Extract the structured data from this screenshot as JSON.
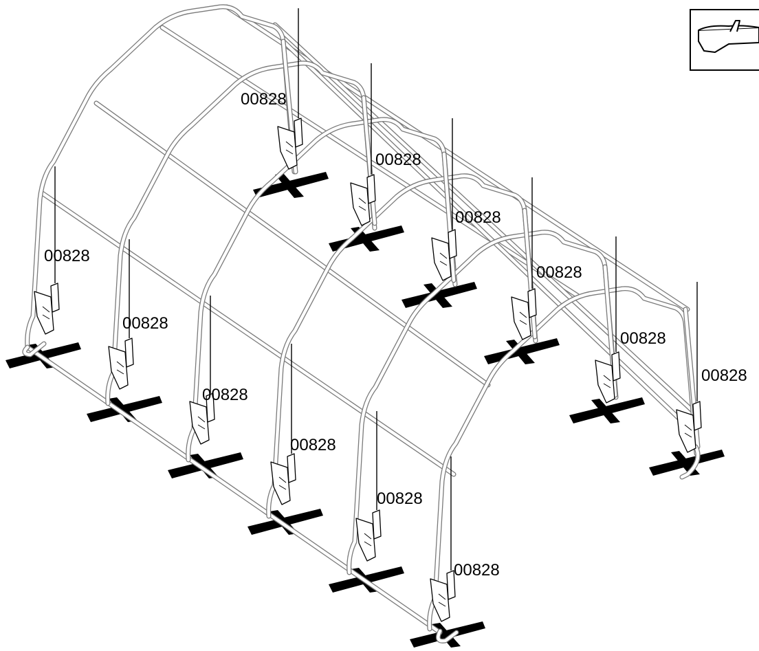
{
  "part_number": "00828",
  "labels": [
    {
      "text": "00828"
    },
    {
      "text": "00828"
    },
    {
      "text": "00828"
    },
    {
      "text": "00828"
    },
    {
      "text": "00828"
    },
    {
      "text": "00828"
    },
    {
      "text": "00828"
    },
    {
      "text": "00828"
    },
    {
      "text": "00828"
    },
    {
      "text": "00828"
    },
    {
      "text": "00828"
    },
    {
      "text": "00828"
    }
  ],
  "safety_icon": "safety-glasses-icon",
  "colors": {
    "frame": "#7a7a7a",
    "anchor": "#000000",
    "ink": "#000000",
    "background": "#ffffff"
  }
}
